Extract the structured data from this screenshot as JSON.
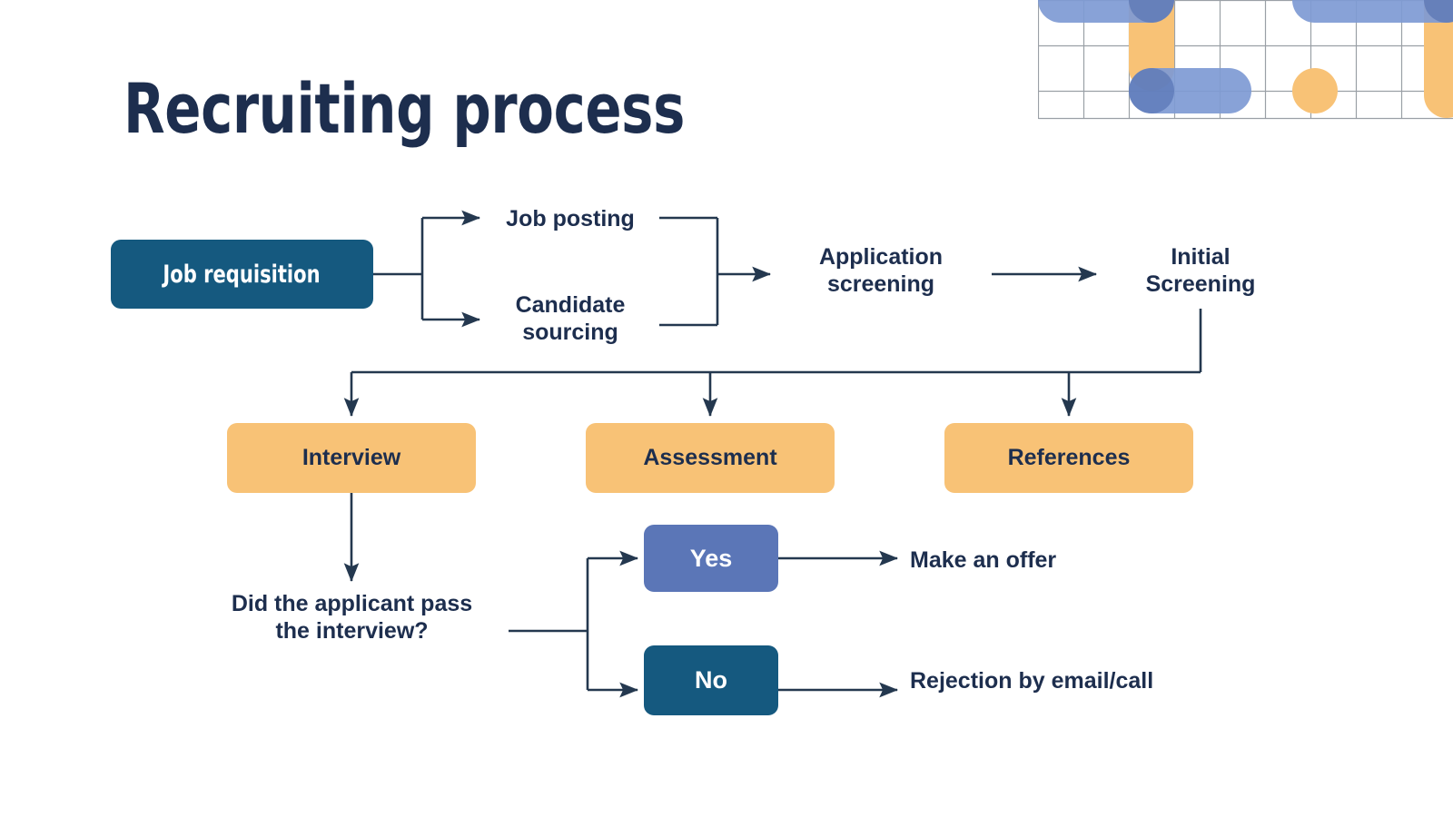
{
  "slide": {
    "title": "Recruiting process",
    "background": "#FFFFFF"
  },
  "palette": {
    "navy_text": "#1D2E4E",
    "teal_box": "#15597F",
    "orange_box": "#F8C276",
    "periwinkle_box": "#5B76B7",
    "periwinkle_dark": "#4A68AC",
    "connector": "#24384F",
    "grid_line": "#9AA0A6"
  },
  "flow": {
    "start": {
      "label": "Job requisition",
      "fill": "teal"
    },
    "branch": [
      {
        "label": "Job posting"
      },
      {
        "label": "Candidate\nsourcing"
      }
    ],
    "screening": [
      {
        "label": "Application\nscreening"
      },
      {
        "label": "Initial\nScreening"
      }
    ],
    "stages": [
      {
        "label": "Interview",
        "fill": "orange"
      },
      {
        "label": "Assessment",
        "fill": "orange"
      },
      {
        "label": "References",
        "fill": "orange"
      }
    ],
    "decision": {
      "label": "Did the applicant pass\nthe interview?"
    },
    "answers": [
      {
        "label": "Yes",
        "fill": "periwinkle"
      },
      {
        "label": "No",
        "fill": "teal"
      }
    ],
    "outcomes": [
      {
        "label": "Make an offer"
      },
      {
        "label": "Rejection by email/call"
      }
    ]
  },
  "decor": {
    "name": "rounded-bar-grid-pattern",
    "colors": {
      "blue": "#7E9AD4",
      "blue_overlap": "#4A68AC",
      "orange": "#F8C276",
      "line": "#9AA0A6"
    }
  }
}
